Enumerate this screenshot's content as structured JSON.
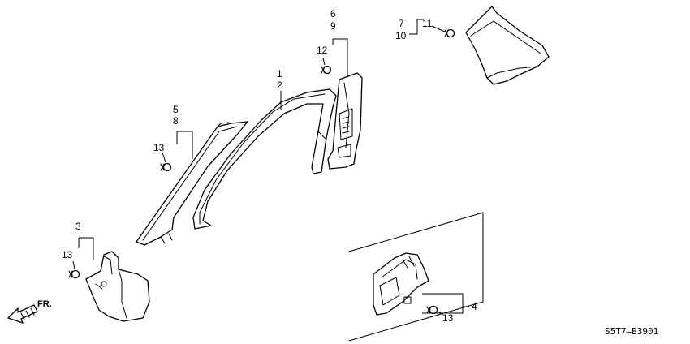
{
  "callouts": {
    "n1": "1",
    "n2": "2",
    "n3": "3",
    "n4": "4",
    "n5": "5",
    "n6": "6",
    "n7": "7",
    "n8": "8",
    "n9": "9",
    "n10": "10",
    "n11": "11",
    "n12": "12",
    "n13_a": "13",
    "n13_b": "13",
    "n13_c": "13"
  },
  "direction": {
    "label": "FR."
  },
  "diagram_code": "S5T7—B3901"
}
